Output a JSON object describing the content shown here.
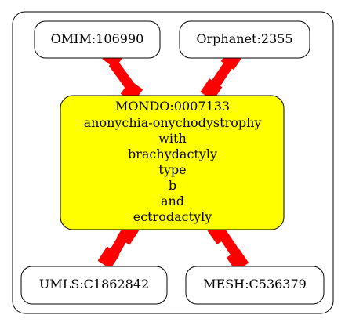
{
  "colors": {
    "background": "#ffffff",
    "node_fill": "#ffffff",
    "center_fill": "#ffff00",
    "stroke": "#000000",
    "edge": "#ff0000"
  },
  "nodes": {
    "omim": {
      "label": "OMIM:106990"
    },
    "orphanet": {
      "label": "Orphanet:2355"
    },
    "mondo": {
      "lines": [
        "MONDO:0007133",
        "anonychia-onychodystrophy",
        "with",
        "brachydactyly",
        "type",
        "b",
        "and",
        "ectrodactyly"
      ]
    },
    "umls": {
      "label": "UMLS:C1862842"
    },
    "mesh": {
      "label": "MESH:C536379"
    }
  }
}
